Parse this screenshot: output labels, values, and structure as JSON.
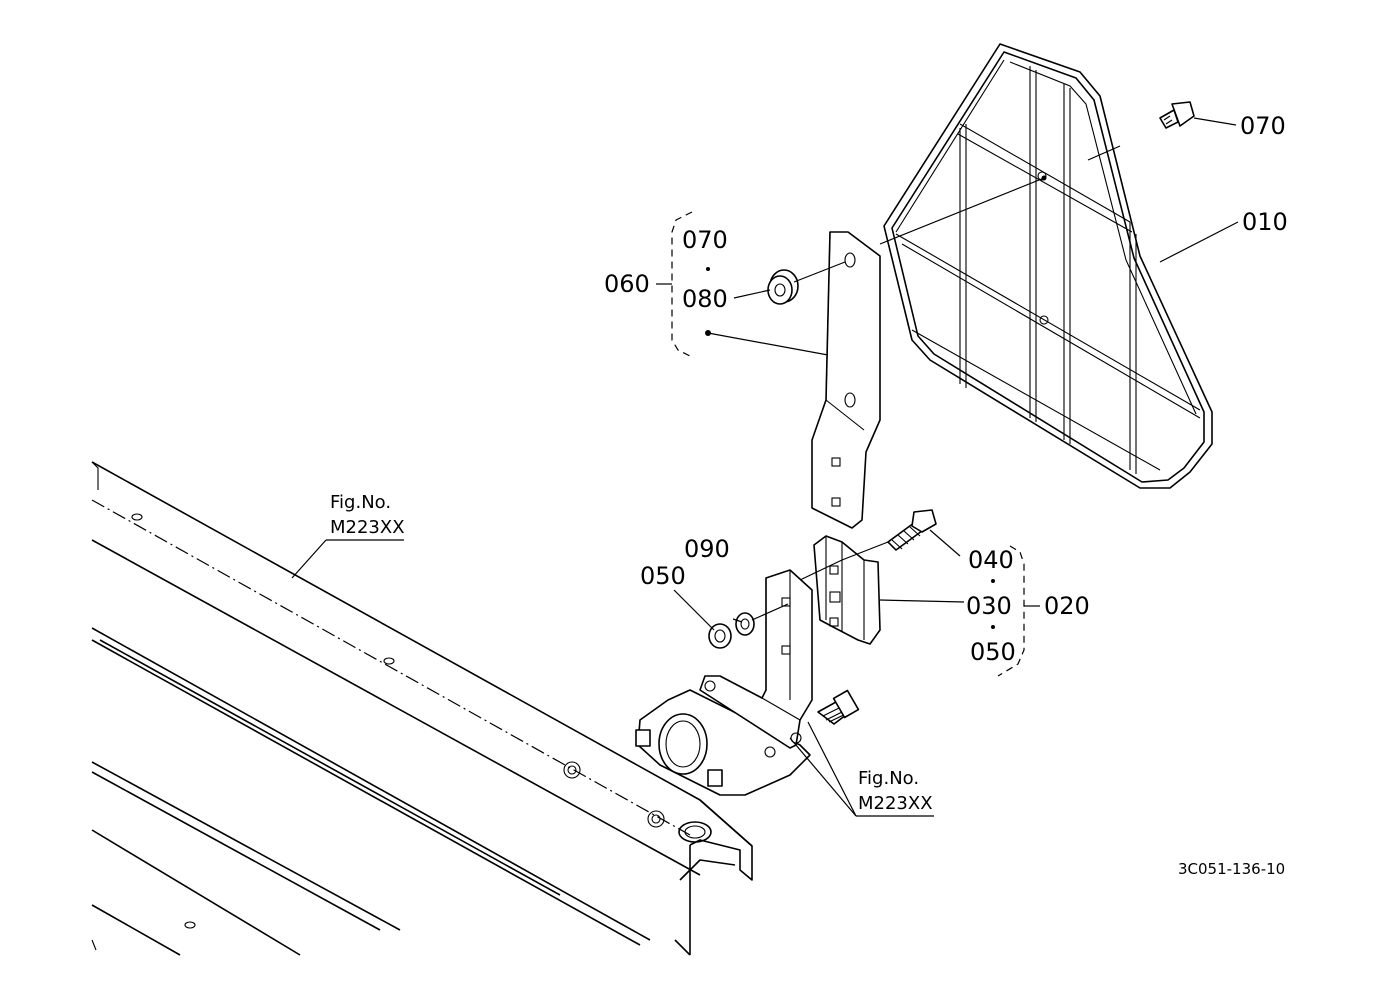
{
  "callouts": {
    "c010": "010",
    "c020": "020",
    "c030": "030",
    "c040": "040",
    "c050_set": "050",
    "c050_left": "050",
    "c060": "060",
    "c070_top": "070",
    "c070_set": "070",
    "c080": "080",
    "c090": "090"
  },
  "fig_refs": {
    "upper": {
      "label": "Fig.No.",
      "number": "M223XX"
    },
    "lower": {
      "label": "Fig.No.",
      "number": "M223XX"
    }
  },
  "drawing_number": "3C051-136-10"
}
